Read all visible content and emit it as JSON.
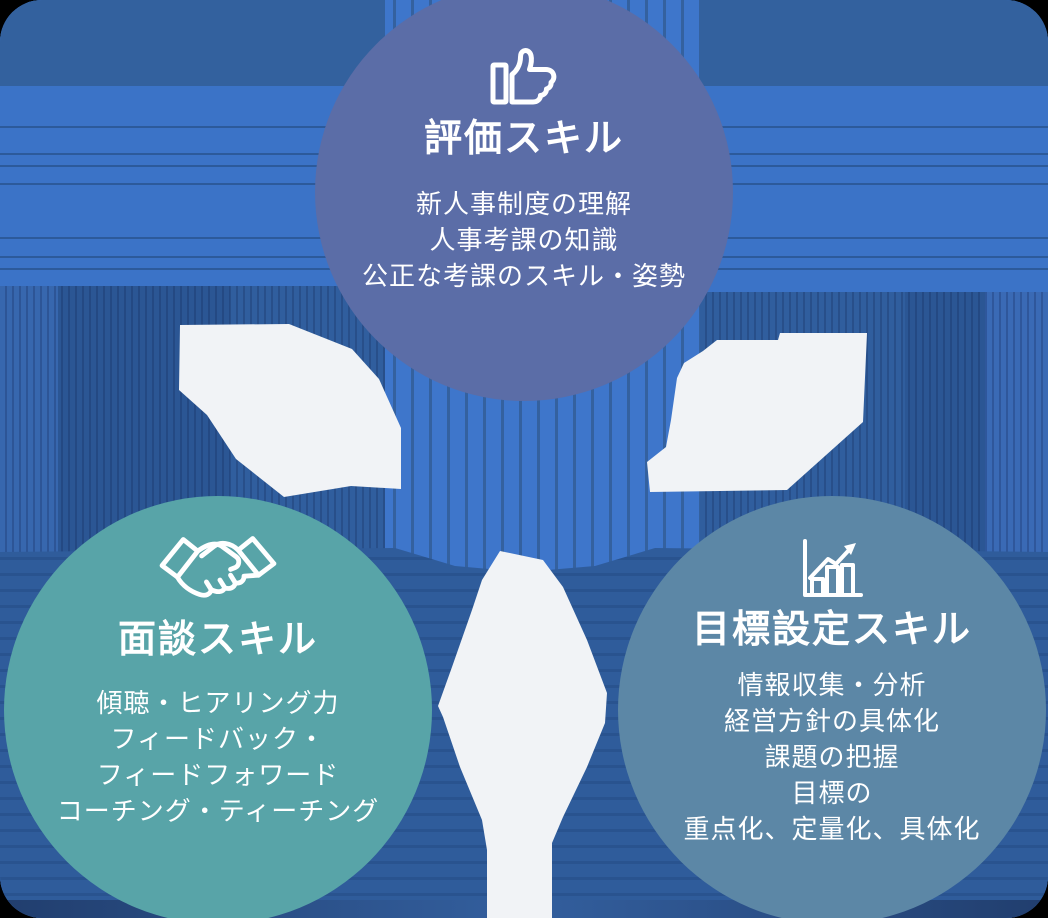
{
  "circles": {
    "evaluation": {
      "icon": "thumbs-up-icon",
      "title": "評価スキル",
      "lines": [
        "新人事制度の理解",
        "人事考課の知識",
        "公正な考課のスキル・姿勢"
      ],
      "color": "#5b6da7"
    },
    "interview": {
      "icon": "handshake-icon",
      "title": "面談スキル",
      "lines": [
        "傾聴・ヒアリング力",
        "フィードバック・",
        "フィードフォワード",
        "コーチング・ティーチング"
      ],
      "color": "#58a4a8"
    },
    "goal_setting": {
      "icon": "bar-chart-icon",
      "title": "目標設定スキル",
      "lines": [
        "情報収集・分析",
        "経営方針の具体化",
        "課題の把握",
        "目標の",
        "重点化、定量化、具体化"
      ],
      "color": "#5c87a6"
    }
  },
  "background": {
    "base_blue": "#3b73c7",
    "top_band": "#33619e",
    "stripe_line": "#34619f",
    "column_light": "#3e76cb",
    "flank_dark": "#305e9e",
    "pillar_dark": "#2b5694",
    "lower_region": "#2f5c9b",
    "bottom_band_dark": "#213e6e",
    "arrow_white": "#f1f3f6",
    "text_color": "#ffffff"
  }
}
